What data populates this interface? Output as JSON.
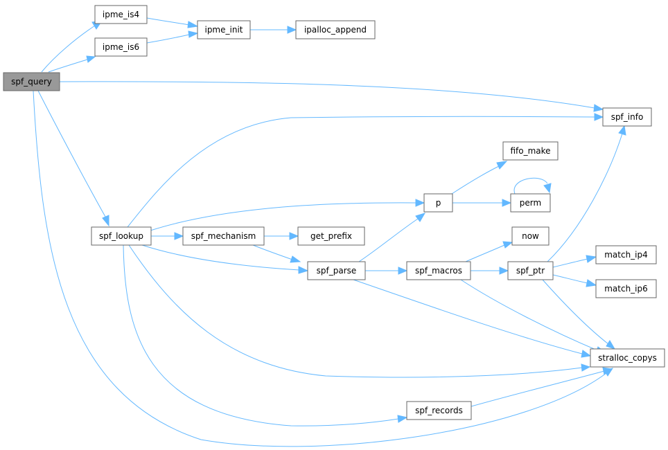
{
  "nodes": {
    "spf_query": "spf_query",
    "ipme_is4": "ipme_is4",
    "ipme_is6": "ipme_is6",
    "ipme_init": "ipme_init",
    "ipalloc_append": "ipalloc_append",
    "spf_info": "spf_info",
    "fifo_make": "fifo_make",
    "p": "p",
    "perm": "perm",
    "spf_lookup": "spf_lookup",
    "spf_mechanism": "spf_mechanism",
    "get_prefix": "get_prefix",
    "now": "now",
    "spf_parse": "spf_parse",
    "spf_macros": "spf_macros",
    "spf_ptr": "spf_ptr",
    "match_ip4": "match_ip4",
    "match_ip6": "match_ip6",
    "stralloc_copys": "stralloc_copys",
    "spf_records": "spf_records"
  },
  "edges": [
    [
      "spf_query",
      "ipme_is4"
    ],
    [
      "spf_query",
      "ipme_is6"
    ],
    [
      "spf_query",
      "spf_info"
    ],
    [
      "spf_query",
      "spf_lookup"
    ],
    [
      "spf_query",
      "stralloc_copys"
    ],
    [
      "ipme_is4",
      "ipme_init"
    ],
    [
      "ipme_is6",
      "ipme_init"
    ],
    [
      "ipme_init",
      "ipalloc_append"
    ],
    [
      "spf_lookup",
      "spf_info"
    ],
    [
      "spf_lookup",
      "p"
    ],
    [
      "spf_lookup",
      "spf_mechanism"
    ],
    [
      "spf_lookup",
      "spf_parse"
    ],
    [
      "spf_lookup",
      "stralloc_copys"
    ],
    [
      "spf_lookup",
      "spf_records"
    ],
    [
      "spf_mechanism",
      "get_prefix"
    ],
    [
      "spf_mechanism",
      "spf_parse"
    ],
    [
      "spf_parse",
      "p"
    ],
    [
      "spf_parse",
      "spf_macros"
    ],
    [
      "spf_parse",
      "stralloc_copys"
    ],
    [
      "p",
      "fifo_make"
    ],
    [
      "p",
      "perm"
    ],
    [
      "perm",
      "perm"
    ],
    [
      "spf_macros",
      "now"
    ],
    [
      "spf_macros",
      "spf_ptr"
    ],
    [
      "spf_macros",
      "stralloc_copys"
    ],
    [
      "spf_ptr",
      "spf_info"
    ],
    [
      "spf_ptr",
      "match_ip4"
    ],
    [
      "spf_ptr",
      "match_ip6"
    ],
    [
      "spf_ptr",
      "stralloc_copys"
    ],
    [
      "spf_records",
      "stralloc_copys"
    ]
  ],
  "colors": {
    "edge": "#63b8ff",
    "root_fill": "#999999",
    "node_border": "#666666"
  }
}
